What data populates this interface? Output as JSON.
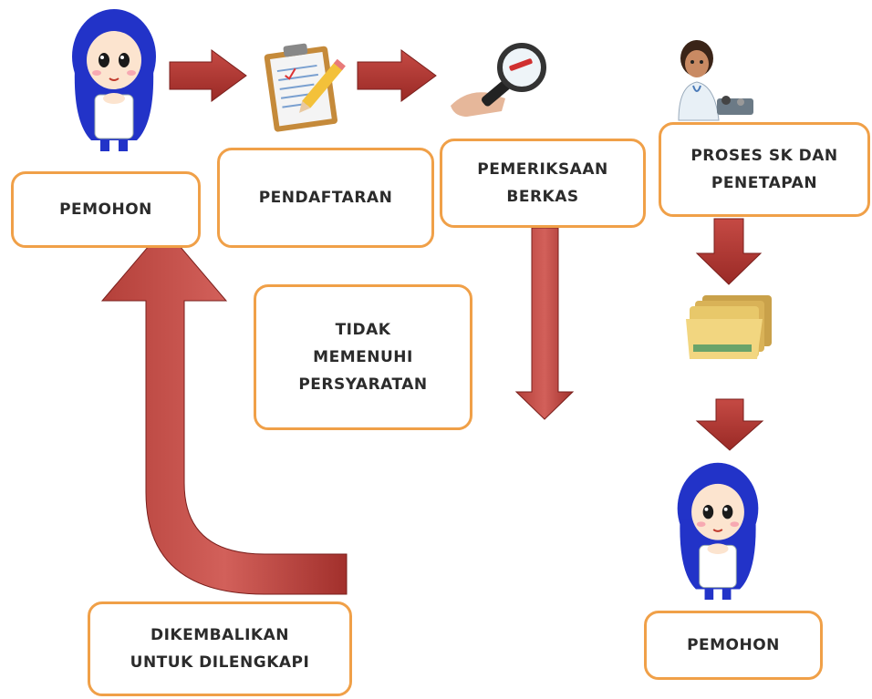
{
  "nodes": {
    "pemohon_start": "PEMOHON",
    "pendaftaran": "PENDAFTARAN",
    "pemeriksaan": [
      "PEMERIKSAAN",
      "BERKAS"
    ],
    "proses": [
      "PROSES SK DAN",
      "PENETAPAN"
    ],
    "tidak": [
      "TIDAK",
      "MEMENUHI",
      "PERSYARATAN"
    ],
    "dikembalikan": [
      "DIKEMBALIKAN",
      "UNTUK DILENGKAPI"
    ],
    "pemohon_end": "PEMOHON"
  },
  "icons": [
    "hijab-girl-icon",
    "registration-form-icon",
    "magnifier-icon",
    "doctor-icon",
    "folder-icon",
    "hijab-girl-icon"
  ],
  "colors": {
    "arrow": "#b83a35",
    "arrow_dark": "#8e2622",
    "box_border": "#f0a048",
    "hijab": "#2233c8",
    "folder": "#e8c86a"
  }
}
